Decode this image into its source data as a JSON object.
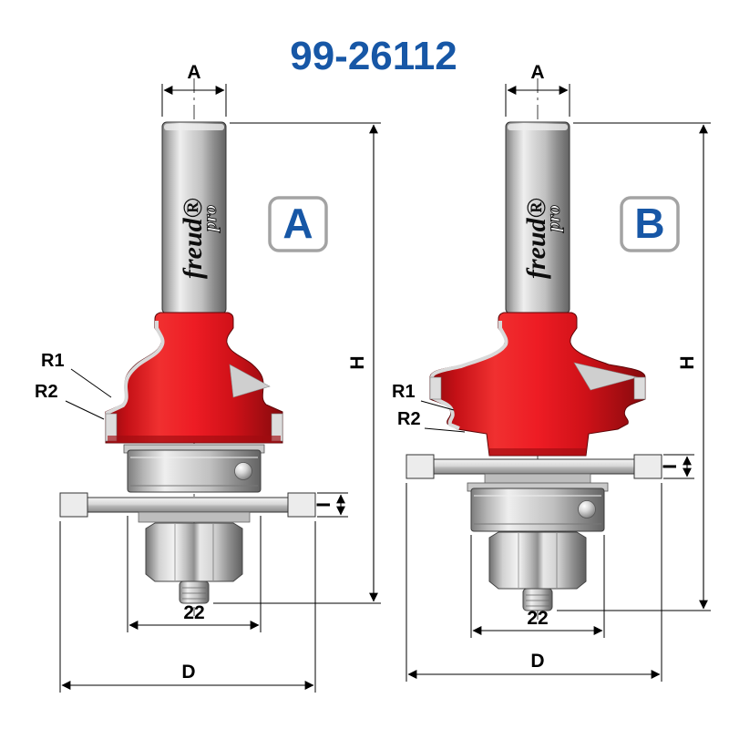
{
  "title": "99-26112",
  "badges": {
    "left": "A",
    "right": "B"
  },
  "dims": {
    "a": "A",
    "h": "H",
    "i": "I",
    "d": "D",
    "bearing": "22",
    "r1": "R1",
    "r2": "R2"
  },
  "logo": {
    "brand": "freud®",
    "sub": "pro"
  },
  "colors": {
    "blue": "#1757a6",
    "red": "#ee1c24"
  }
}
